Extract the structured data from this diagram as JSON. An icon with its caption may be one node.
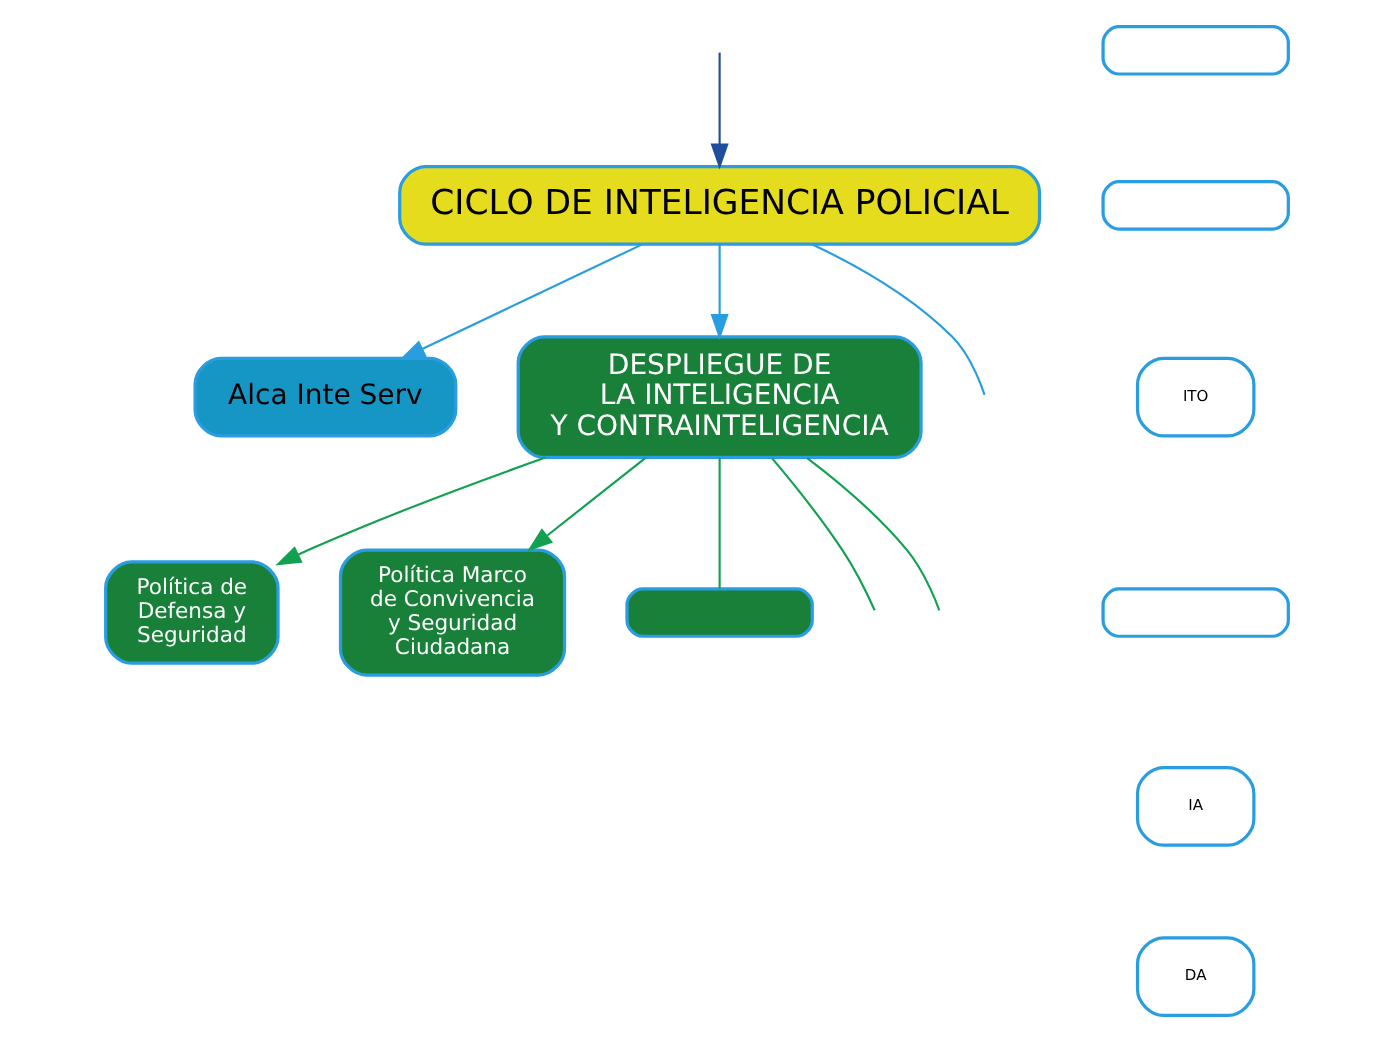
{
  "diagram": {
    "nodes": [
      {
        "text": [
          "CICLO DE INTELIGENCIA POLICIAL"
        ]
      },
      {
        "text": [
          "Alca Inte Serv"
        ]
      },
      {
        "text": [
          "DESPLIEGUE DE LA INTELIGENCIA Y CONTRAINTELIGENCIA"
        ]
      },
      {
        "text": [
          "Política de Defensa y Seguridad"
        ]
      },
      {
        "text": [
          "Política Marco de Convivencia y Seguridad Ciudadana"
        ]
      },
      {
        "text": [],
        "shape": "box"
      },
      {
        "text": [],
        "shape": "box"
      },
      {
        "text": [],
        "shape": "box"
      },
      {
        "text": [
          "ITO"
        ]
      },
      {
        "text": [],
        "shape": "box"
      },
      {
        "text": [
          "IA"
        ]
      },
      {
        "text": [
          "DA"
        ]
      }
    ],
    "edges": [
      {
        "from": 0,
        "to": null,
        "arrow": "none",
        "color": "#2a9de0"
      },
      {
        "from": 0,
        "to": 1,
        "arrow": "to",
        "color": "#2a9de0"
      },
      {
        "from": null,
        "to": 0,
        "arrow": "to",
        "color": "#1f4e9c"
      },
      {
        "from": 0,
        "to": 2,
        "arrow": "to",
        "color": "#2a9de0"
      },
      {
        "from": 2,
        "to": 3,
        "arrow": "to",
        "color": "#12a150"
      },
      {
        "from": 2,
        "to": null,
        "arrow": "none",
        "color": "#12a150"
      },
      {
        "from": 2,
        "to": 4,
        "arrow": "to",
        "color": "#12a150"
      },
      {
        "from": 2,
        "to": null,
        "arrow": "none",
        "color": "#12a150"
      },
      {
        "from": 2,
        "to": 5,
        "arrow": "none",
        "color": "#12a150"
      }
    ]
  }
}
